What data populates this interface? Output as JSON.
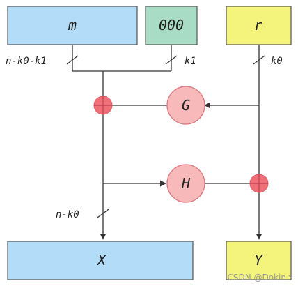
{
  "boxes": {
    "m": "m",
    "zeros": "000",
    "r": "r",
    "x": "X",
    "y": "Y"
  },
  "nodes": {
    "g": "G",
    "h": "H"
  },
  "edge_labels": {
    "n_k0_k1": "n-k0-k1",
    "k1": "k1",
    "k0": "k0",
    "n_k0": "n-k0"
  },
  "watermark": "CSDN @Dokin丶",
  "colors": {
    "blue_box": "#b3dcf9",
    "green_box": "#a8dcc4",
    "yellow_box": "#f4f47c",
    "node_fill": "#f7b9b9",
    "xor_fill": "#f0707a",
    "line": "#333333"
  }
}
